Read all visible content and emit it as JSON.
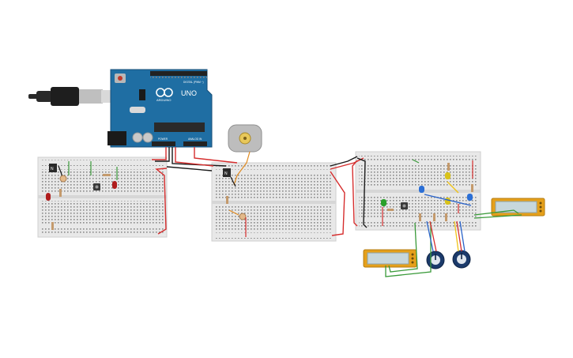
{
  "circuit": {
    "arduino": {
      "model_label": "UNO",
      "brand_label": "ARDUINO",
      "digital_label": "DIGITAL (PWM ~)",
      "power_label": "POWER",
      "analog_label": "ANALOG IN"
    },
    "ic_label": "N",
    "colors": {
      "breadboard": "#e8e8e8",
      "arduino_board": "#1f6ea3",
      "wire_red": "#d62e2e",
      "wire_black": "#1a1a1a",
      "wire_green": "#3a9a3a",
      "wire_blue": "#2a63c9",
      "wire_yellow": "#f0c419",
      "wire_orange": "#e08a1e",
      "led_red": "#b01c1c",
      "led_green": "#2aa02a",
      "led_blue": "#2b6fd6",
      "led_yellow": "#d9c21a",
      "lcd_frame": "#e5a01a",
      "lcd_screen": "#c7d7dc"
    }
  }
}
